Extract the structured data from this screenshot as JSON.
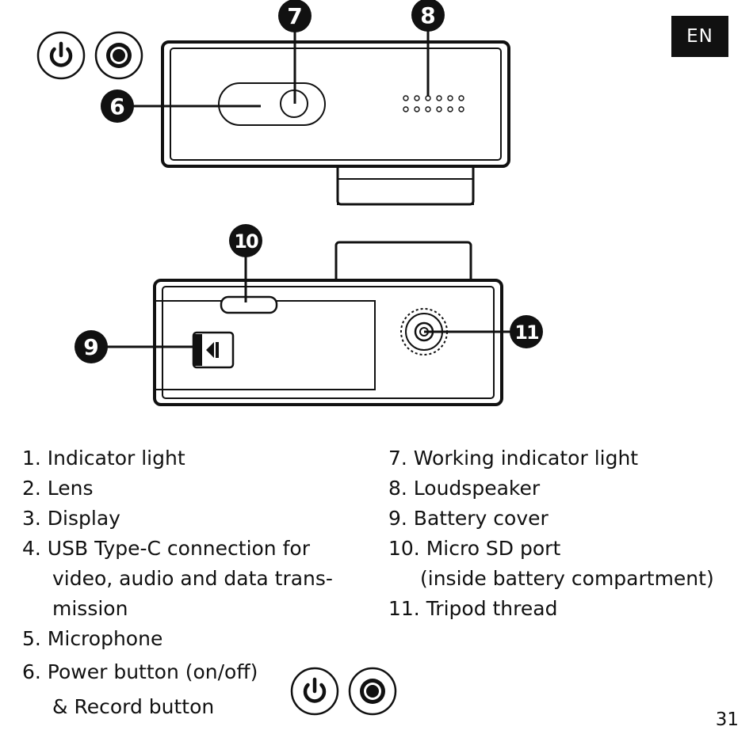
{
  "page": {
    "language_tag": "EN",
    "page_number": "31"
  },
  "callouts": [
    "7",
    "8",
    "6",
    "10",
    "9",
    "11"
  ],
  "icons": [
    "power-icon",
    "record-icon"
  ],
  "legend": {
    "left": [
      "1. Indicator light",
      "2. Lens",
      "3. Display",
      "4. USB Type-C connection for",
      "video, audio and data trans-",
      "mission",
      "5. Microphone"
    ],
    "right": [
      "7. Working indicator light",
      "8. Loudspeaker",
      "9. Battery cover",
      "10. Micro SD port",
      "(inside battery compartment)",
      "11. Tripod thread"
    ],
    "power": [
      "6. Power button (on/off)",
      "& Record button"
    ]
  }
}
